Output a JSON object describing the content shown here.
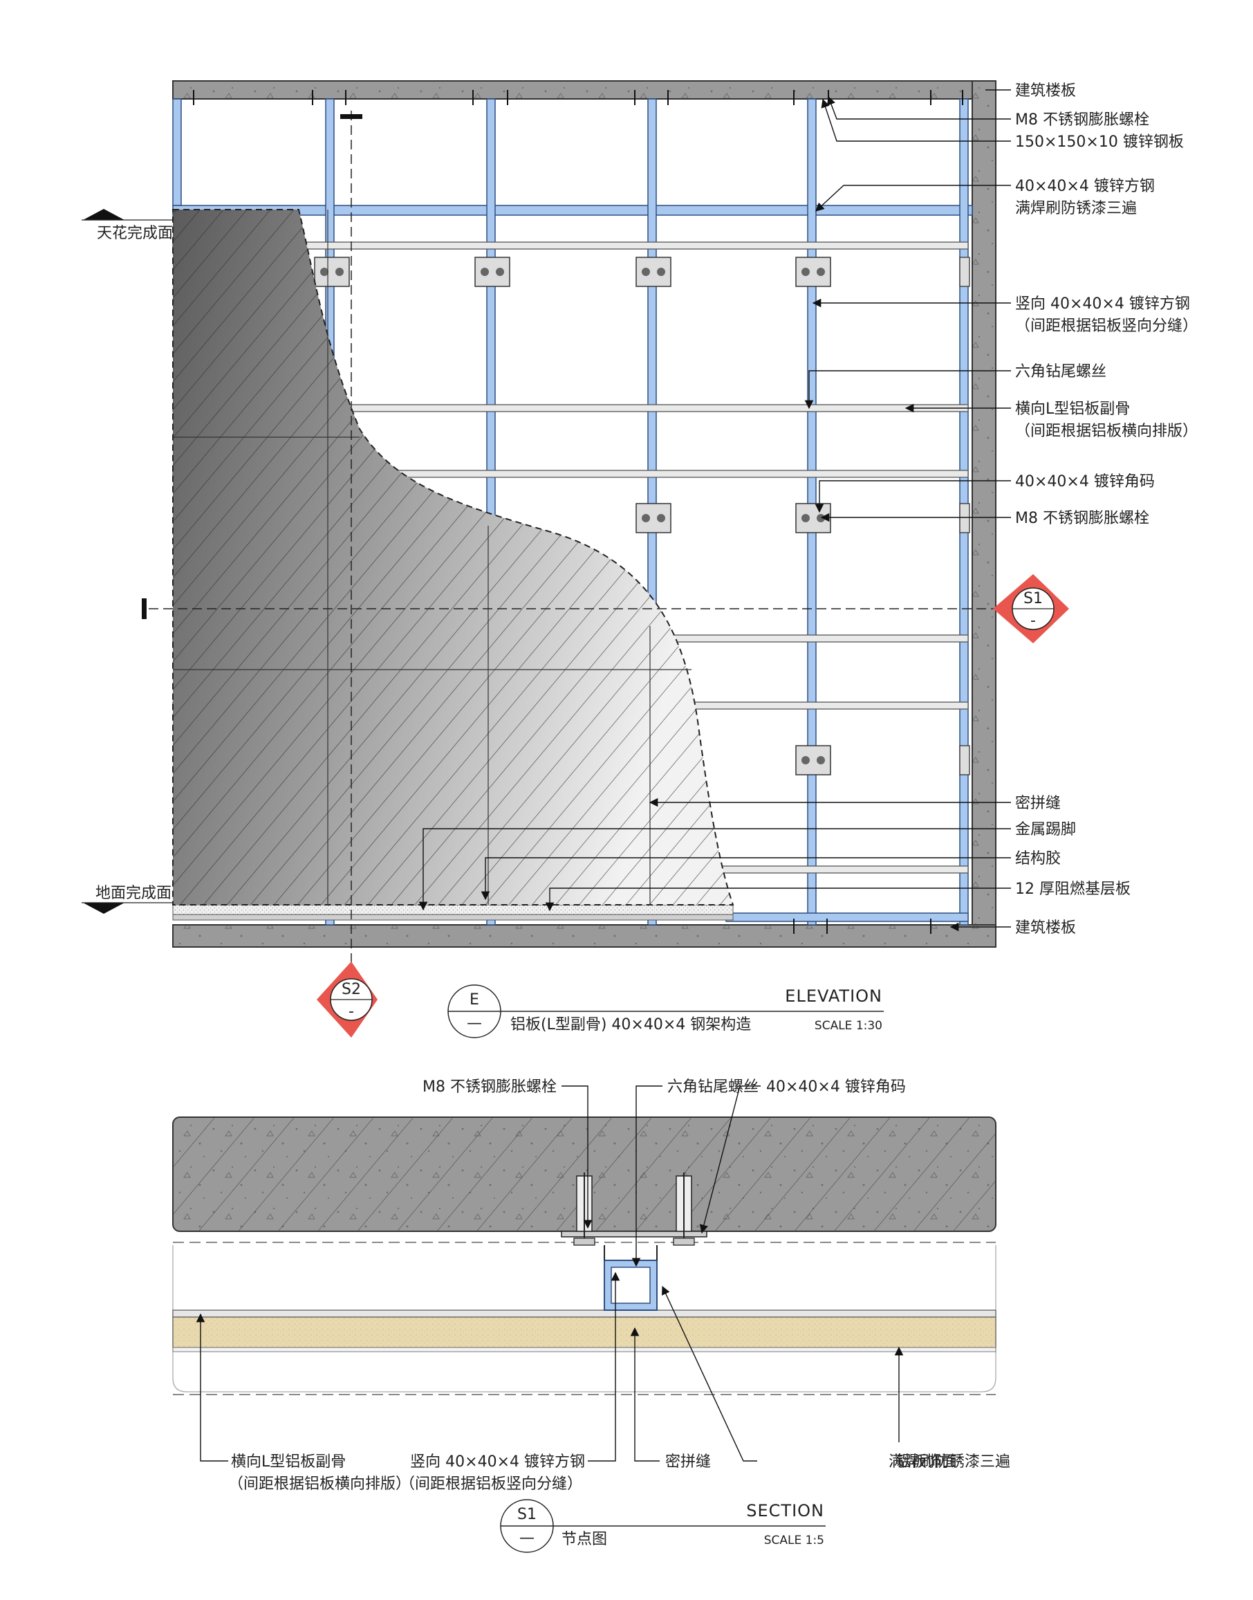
{
  "elevation": {
    "labels": {
      "building_slab_top": "建筑楼板",
      "m8_bolt_top": "M8 不锈钢膨胀螺栓",
      "steel_plate": "150×150×10 镀锌钢板",
      "square_steel_line1": "40×40×4 镀锌方钢",
      "square_steel_line2": "满焊刷防锈漆三遍",
      "vertical_steel_line1": "竖向 40×40×4 镀锌方钢",
      "vertical_steel_line2": "（间距根据铝板竖向分缝）",
      "hex_screw": "六角钻尾螺丝",
      "l_keel_line1": "横向L型铝板副骨",
      "l_keel_line2": "（间距根据铝板横向排版）",
      "angle_code": "40×40×4 镀锌角码",
      "m8_bolt_mid": "M8 不锈钢膨胀螺栓",
      "tight_joint": "密拼缝",
      "metal_skirting": "金属踢脚",
      "structural_glue": "结构胶",
      "fireproof_board": "12 厚阻燃基层板",
      "building_slab_bottom": "建筑楼板",
      "ceiling_finish": "天花完成面",
      "floor_finish": "地面完成面"
    },
    "section_marker_s1": {
      "top": "S1",
      "bottom": "-"
    },
    "section_marker_s2": {
      "top": "S2",
      "bottom": "-"
    },
    "title_block": {
      "symbol_top": "E",
      "symbol_bottom": "—",
      "name": "ELEVATION",
      "subtitle": "铝板(L型副骨) 40×40×4 钢架构造",
      "scale": "SCALE 1:30"
    }
  },
  "section": {
    "labels": {
      "m8_bolt": "M8 不锈钢膨胀螺栓",
      "hex_screw": "六角钻尾螺丝",
      "angle_code": "40×40×4 镀锌角码",
      "l_keel_line1": "横向L型铝板副骨",
      "l_keel_line2": "（间距根据铝板横向排版）",
      "vertical_steel_line1": "竖向 40×40×4 镀锌方钢",
      "vertical_steel_line2": "（间距根据铝板竖向分缝）",
      "tight_joint": "密拼缝",
      "overlap_a": "满焊刷防锈漆三遍",
      "overlap_b": "铝板饰面"
    },
    "title_block": {
      "symbol_top": "S1",
      "symbol_bottom": "—",
      "name": "SECTION",
      "subtitle": "节点图",
      "scale": "SCALE 1:5"
    }
  }
}
